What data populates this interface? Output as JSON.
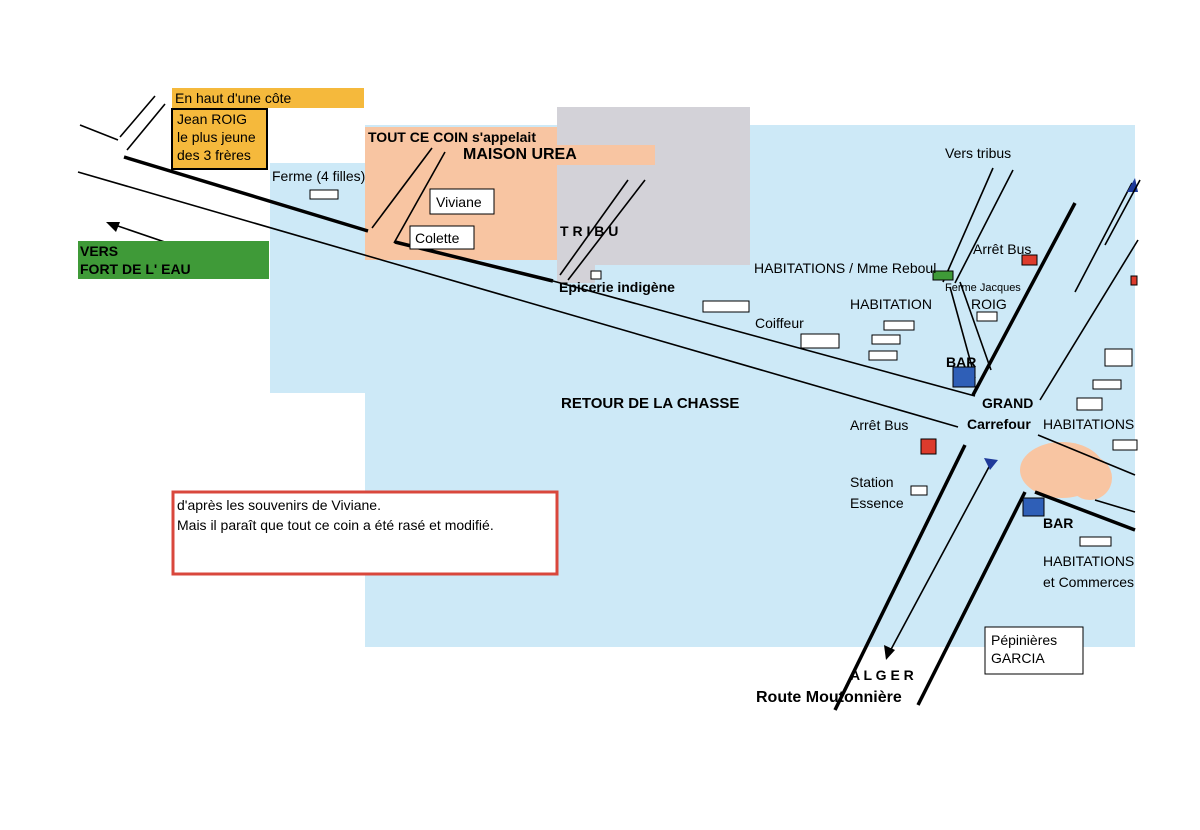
{
  "labels": {
    "en_haut": "En haut d'une côte",
    "jean_roig_1": "Jean ROIG",
    "jean_roig_2": "le plus jeune",
    "jean_roig_3": "des 3 frères",
    "tout_ce_coin": "TOUT CE COIN s'appelait",
    "maison_urea": "MAISON UREA",
    "ferme": "Ferme (4 filles)",
    "viviane": "Viviane",
    "colette": "Colette",
    "tribu": "T R I B U",
    "epicerie": "Epicerie indigène",
    "vers_1": "VERS",
    "vers_2": "FORT DE L' EAU",
    "vers_tribus": "Vers tribus",
    "arret_bus_top": "Arrêt Bus",
    "habitations_mme": "HABITATIONS /  Mme Reboul",
    "ferme_jacques": "Ferme Jacques",
    "habitation": "HABITATION",
    "roig": "ROIG",
    "coiffeur": "Coiffeur",
    "bar_top": "BAR",
    "grand": "GRAND",
    "carrefour": "Carrefour",
    "habitations_right": "HABITATIONS",
    "retour": "RETOUR DE LA CHASSE",
    "arret_bus_mid": "Arrêt Bus",
    "station": "Station",
    "essence": "Essence",
    "bar_bottom": "BAR",
    "habitations_bottom": "HABITATIONS",
    "commerces": "et Commerces",
    "note_1": "d'après les souvenirs de Viviane.",
    "note_2": "Mais il paraît que tout ce coin a été rasé et modifié.",
    "pepinieres_1": "Pépinières",
    "pepinieres_2": "GARCIA",
    "alger": "A L G E R",
    "route": "Route Moutonnière"
  },
  "colors": {
    "zone_blue": "#cde9f7",
    "zone_peach": "#f8c5a2",
    "zone_grey": "#d3d2d8",
    "label_orange": "#f5b93c",
    "label_green": "#3f9a38",
    "bus_red": "#dd3b2c",
    "bar_blue": "#2f5fb7",
    "bus_green": "#3f9a38",
    "note_border": "#d9473c",
    "arrow_blue": "#1f3a9a"
  }
}
